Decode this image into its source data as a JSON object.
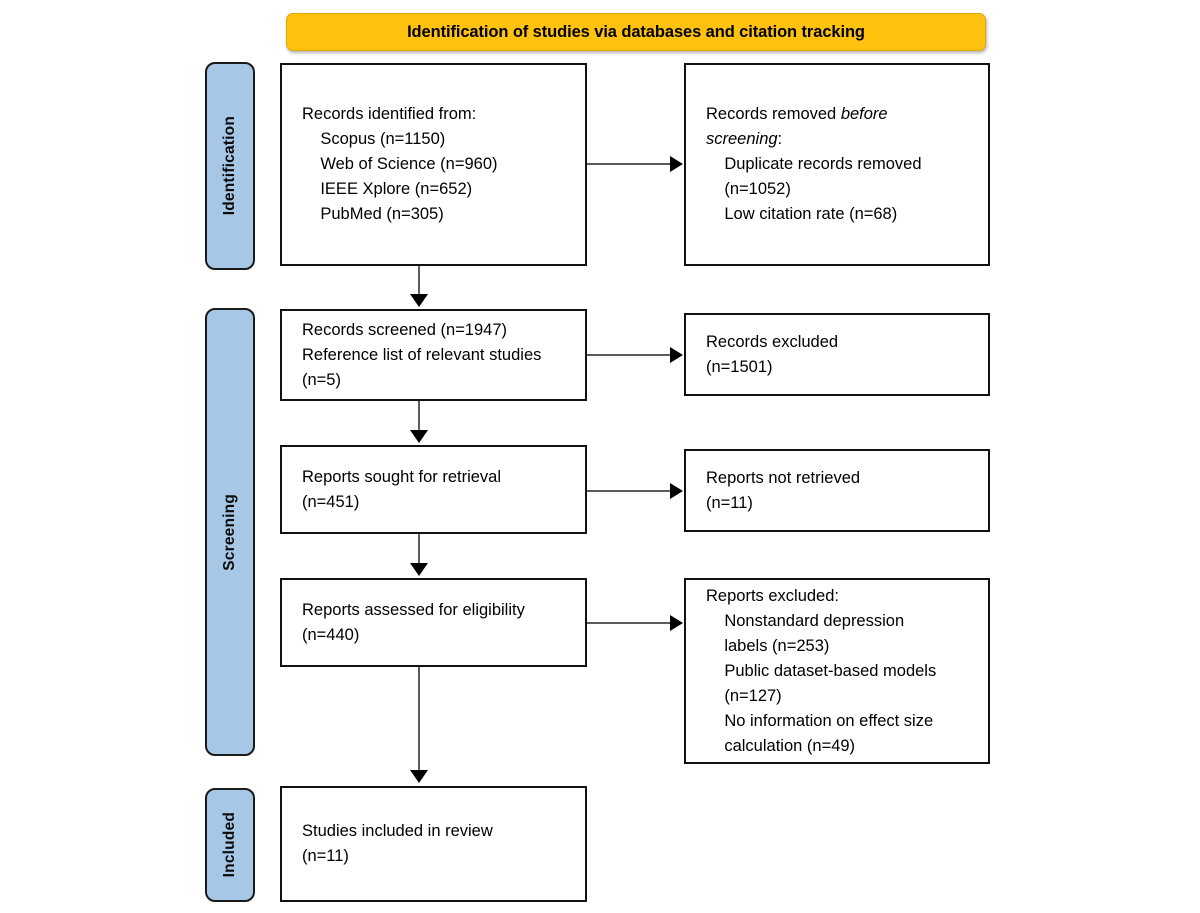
{
  "diagram": {
    "type": "prisma-flow-diagram",
    "header": {
      "title": "Identification of studies via databases and citation tracking",
      "color": "#FFC20E"
    },
    "stage_color": "#A7C7E7",
    "stages": [
      {
        "id": "identification",
        "label": "Identification"
      },
      {
        "id": "screening",
        "label": "Screening"
      },
      {
        "id": "included",
        "label": "Included"
      }
    ],
    "boxes": {
      "records_identified": {
        "line1": "Records identified from:",
        "line2": "    Scopus (n=1150)",
        "line3": "    Web of Science (n=960)",
        "line4": "    IEEE Xplore (n=652)",
        "line5": "    PubMed (n=305)"
      },
      "records_removed": {
        "line1_a": "Records removed ",
        "line1_b": "before",
        "line2_a": "screening",
        "line2_b": ":",
        "line3": "    Duplicate records removed",
        "line4": "    (n=1052)",
        "line5": "    Low citation rate (n=68)"
      },
      "records_screened": {
        "line1": "Records screened (n=1947)",
        "line2": "Reference list of relevant studies",
        "line3": "(n=5)"
      },
      "records_excluded": {
        "line1": "Records excluded",
        "line2": "(n=1501)"
      },
      "reports_sought": {
        "line1": "Reports sought for retrieval",
        "line2": "(n=451)"
      },
      "reports_not_retrieved": {
        "line1": "Reports not retrieved",
        "line2": "(n=11)"
      },
      "reports_assessed": {
        "line1": "Reports assessed for eligibility",
        "line2": "(n=440)"
      },
      "reports_excluded": {
        "line1": "Reports excluded:",
        "line2": "    Nonstandard depression",
        "line3": "    labels (n=253)",
        "line4": "    Public dataset-based models",
        "line5": "    (n=127)",
        "line6": "    No information on effect size",
        "line7": "    calculation (n=49)"
      },
      "studies_included": {
        "line1": "Studies included in review",
        "line2": "(n=11)"
      }
    },
    "counts": {
      "scopus": 1150,
      "web_of_science": 960,
      "ieee_xplore": 652,
      "pubmed": 305,
      "duplicate_records_removed": 1052,
      "low_citation_rate": 68,
      "records_screened": 1947,
      "reference_list_of_relevant_studies": 5,
      "records_excluded": 1501,
      "reports_sought_for_retrieval": 451,
      "reports_not_retrieved": 11,
      "reports_assessed_for_eligibility": 440,
      "excluded_nonstandard_depression_labels": 253,
      "excluded_public_dataset_based_models": 127,
      "excluded_no_information_on_effect_size": 49,
      "studies_included_in_review": 11
    }
  }
}
